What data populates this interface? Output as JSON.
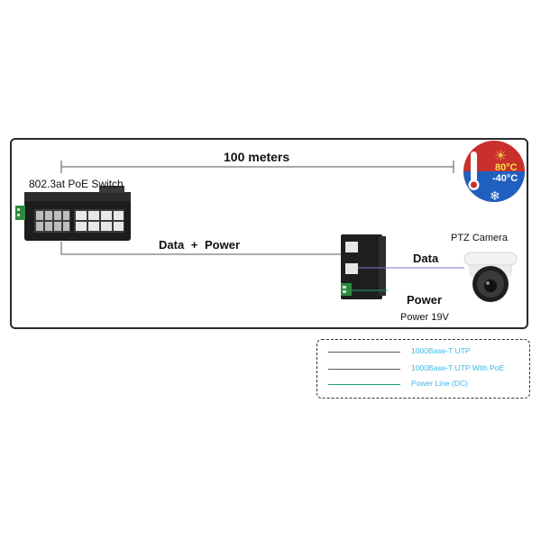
{
  "distance_label": "100 meters",
  "switch": {
    "label": "802.3at PoE Switch"
  },
  "link_label": "Data + Power",
  "data_label": "Data",
  "power_label": "Power",
  "power_voltage": "Power 19V",
  "camera": {
    "label": "PTZ Camera"
  },
  "temperature": {
    "high": "80°C",
    "low": "-40°C"
  },
  "legend": {
    "items": [
      {
        "label": "1000Base-T UTP",
        "color": "#5a5a5a"
      },
      {
        "label": "1000Base-T UTP With PoE",
        "color": "#5a5a5a"
      },
      {
        "label": "Power Line (DC)",
        "color": "#1e9e83"
      }
    ]
  }
}
